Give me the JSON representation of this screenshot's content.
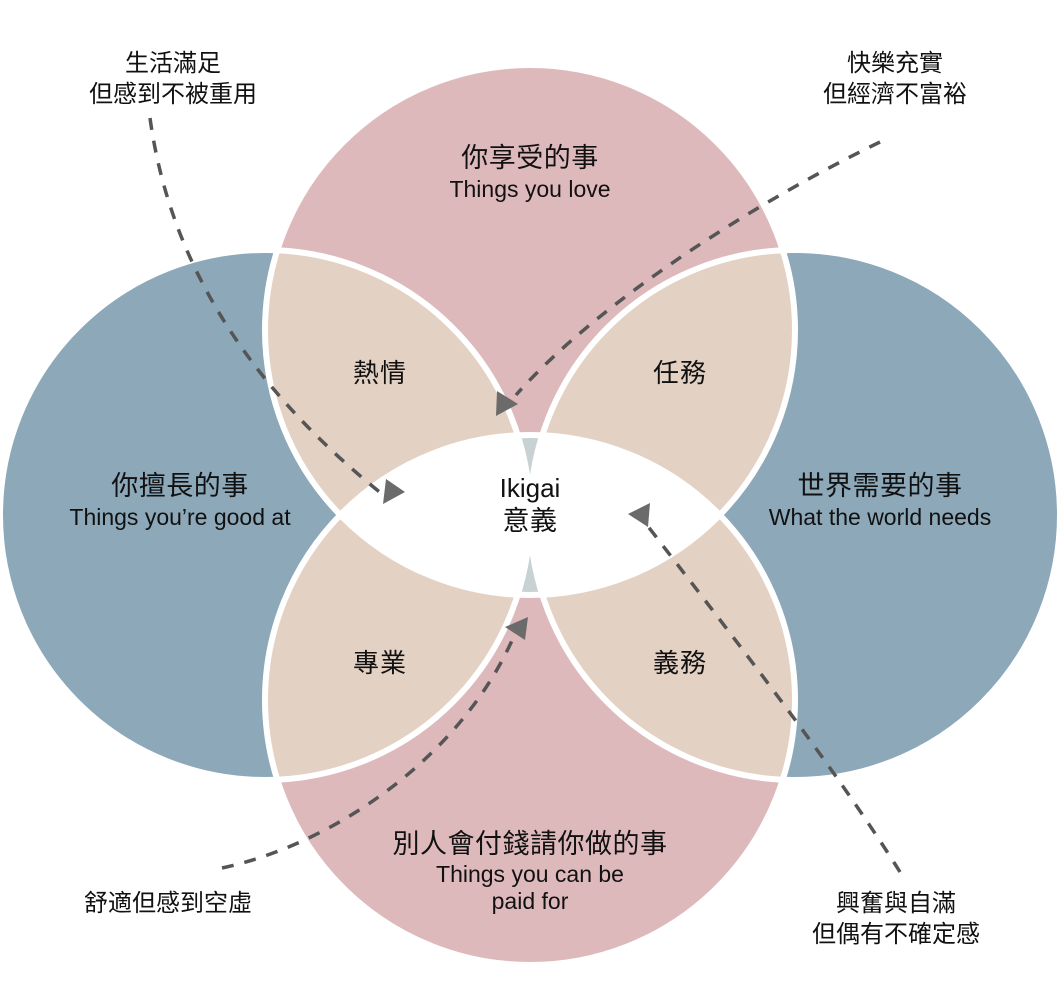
{
  "diagram": {
    "title_center": {
      "en": "Ikigai",
      "cn": "意義"
    },
    "circles": [
      {
        "key": "love",
        "cn": "你享受的事",
        "en": "Things you love",
        "color": "#DEB9BC"
      },
      {
        "key": "good",
        "cn": "你擅長的事",
        "en": "Things you’re good at",
        "color": "#8CA8B9"
      },
      {
        "key": "world",
        "cn": "世界需要的事",
        "en": "What the world needs",
        "color": "#8CA8B9"
      },
      {
        "key": "paid",
        "cn": "別人會付錢請你做的事",
        "en_line1": "Things you can be",
        "en_line2": "paid for",
        "color": "#DEB9BC"
      }
    ],
    "lenses": [
      {
        "key": "passion",
        "cn": "熱情",
        "color": "#E3D1C4"
      },
      {
        "key": "mission",
        "cn": "任務",
        "color": "#E3D1C4"
      },
      {
        "key": "profession",
        "cn": "專業",
        "color": "#E3D1C4"
      },
      {
        "key": "vocation",
        "cn": "義務",
        "color": "#E3D1C4"
      }
    ],
    "notes": [
      {
        "key": "top-left",
        "line1": "生活滿足",
        "line2": "但感到不被重用"
      },
      {
        "key": "top-right",
        "line1": "快樂充實",
        "line2": "但經濟不富裕"
      },
      {
        "key": "bottom-left",
        "line1": "舒適但感到空虛",
        "line2": ""
      },
      {
        "key": "bottom-right",
        "line1": "興奮與自滿",
        "line2": "但偶有不確定感"
      }
    ],
    "colors": {
      "pink": "#DEB9BC",
      "blue": "#8CA8B9",
      "beige": "#E3D1C4",
      "grayblue": "#C9D2D3",
      "center_white": "#FFFFFF",
      "stroke_white": "#FFFFFF",
      "dash_line": "#555555",
      "arrow": "#6B6B6B",
      "text": "#111111"
    }
  }
}
